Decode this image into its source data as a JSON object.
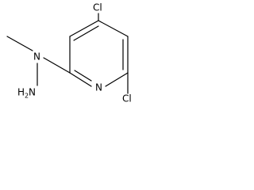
{
  "diagram": {
    "type": "chemical-structure",
    "atoms": {
      "cl_top": "Cl",
      "cl_bottom": "Cl",
      "ring_n": "N",
      "n_methyl": "N",
      "amine_h": "H",
      "amine_sub": "2",
      "amine_n": "N"
    },
    "colors": {
      "bond": "#000000",
      "text": "#000000",
      "background": "#ffffff"
    }
  }
}
